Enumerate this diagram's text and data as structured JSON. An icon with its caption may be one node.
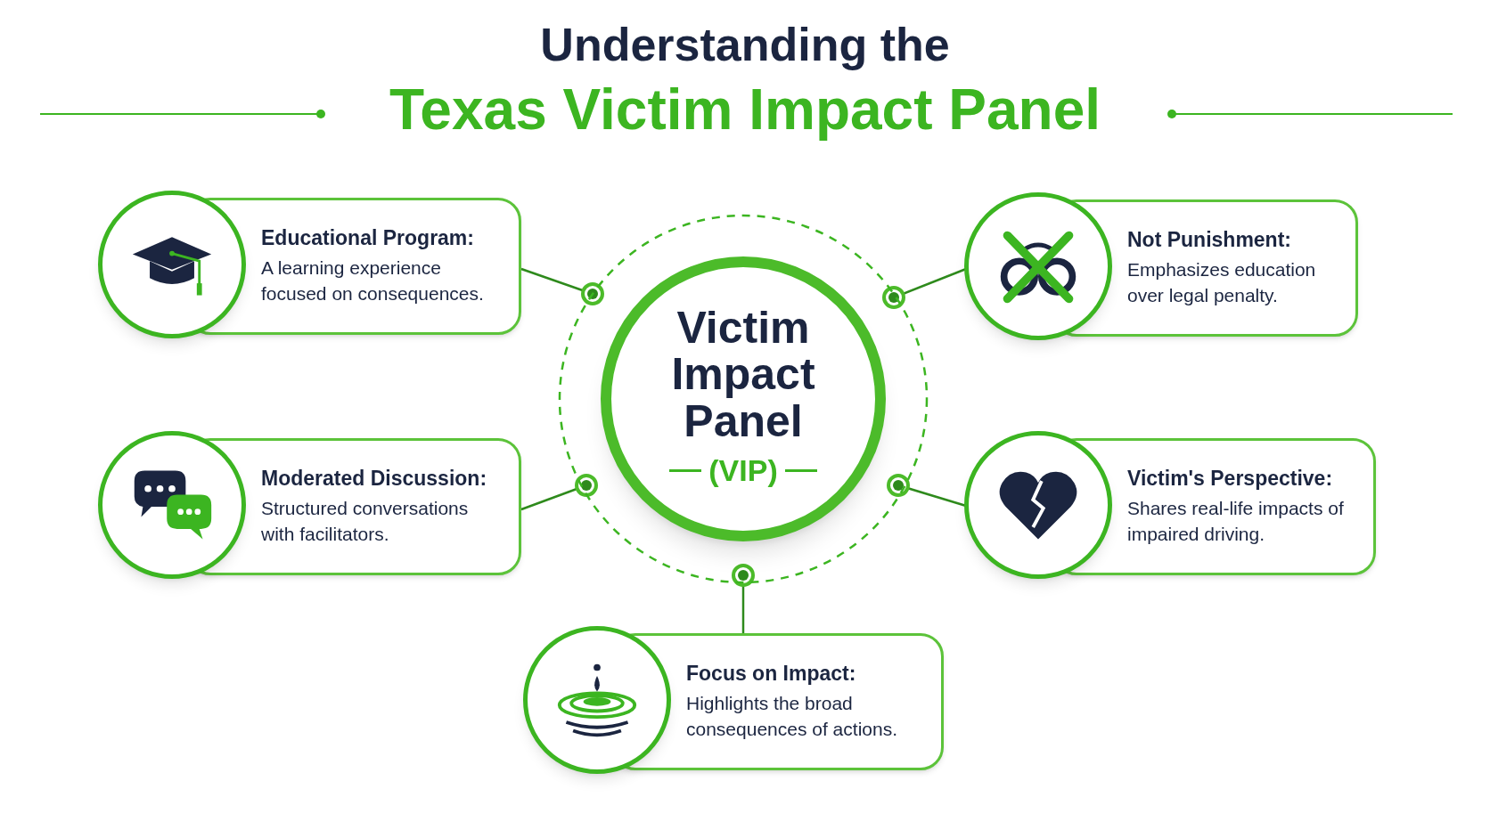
{
  "diagram": {
    "title": "Understanding the Texas Victim Impact Panel",
    "nodes": [
      {
        "text": [],
        "shape": "circle"
      },
      {
        "text": [
          "Victim Impact Panel",
          "(VIP)"
        ],
        "in": 0
      },
      {
        "text": [
          "Educational Program:",
          "A learning experience focused on consequences."
        ]
      },
      {
        "text": [
          "Not Punishment:",
          "Emphasizes education over legal penalty."
        ]
      },
      {
        "text": [
          "Moderated Discussion:",
          "Structured conversations with facilitators."
        ]
      },
      {
        "text": [
          "Victim's Perspective:",
          "Shares real-life impacts of impaired driving."
        ]
      },
      {
        "text": [
          "Focus on Impact:",
          "Highlights the broad consequences of actions."
        ]
      }
    ],
    "edges": [
      {
        "from": 0,
        "to": 2,
        "arrow": "other"
      },
      {
        "from": 0,
        "to": 3,
        "arrow": "other"
      },
      {
        "from": 0,
        "to": 4,
        "arrow": "other"
      },
      {
        "from": 0,
        "to": 5,
        "arrow": "other"
      },
      {
        "from": 0,
        "to": 6,
        "arrow": "other"
      }
    ]
  }
}
